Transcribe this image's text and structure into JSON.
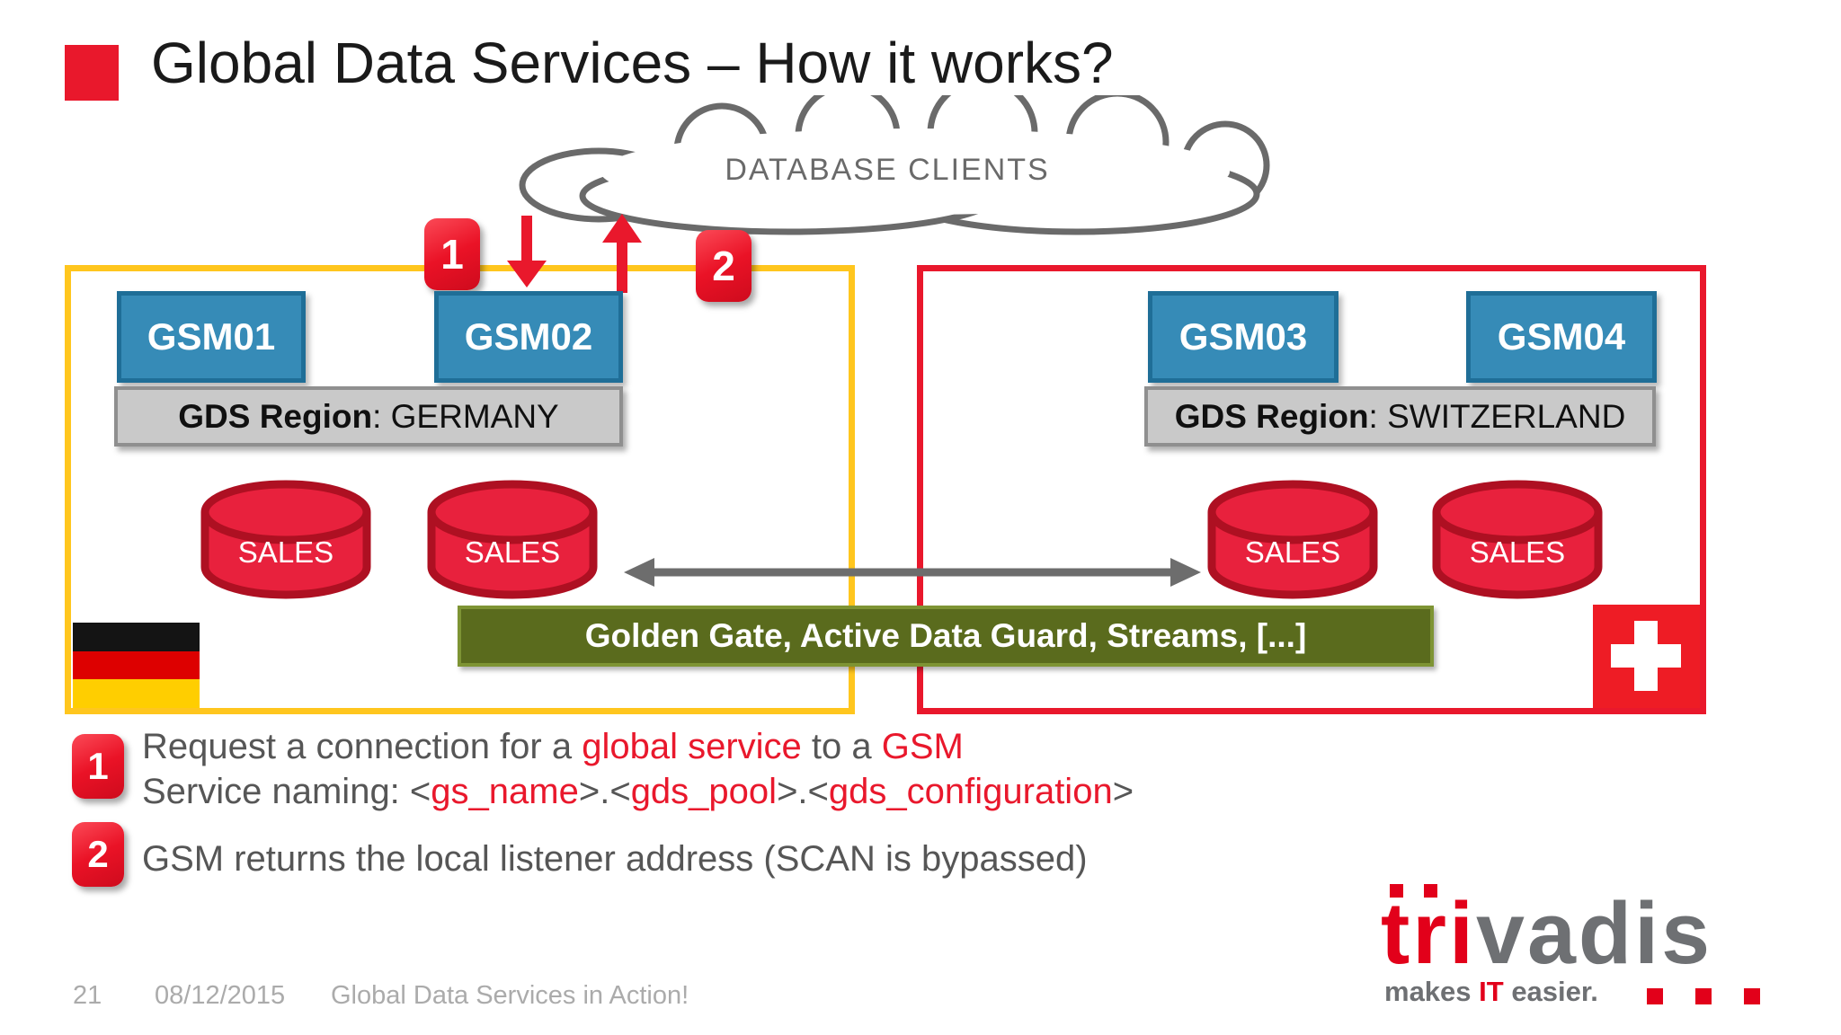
{
  "slide": {
    "title": "Global Data Services – How it works?",
    "footer": {
      "page_number": "21",
      "date": "08/12/2015",
      "subtitle": "Global Data Services in Action!"
    }
  },
  "cloud": {
    "label": "DATABASE CLIENTS"
  },
  "flow_badges": {
    "request": "1",
    "response": "2"
  },
  "regions": {
    "germany": {
      "gsm_nodes": [
        "GSM01",
        "GSM02"
      ],
      "region_label": "GDS Region",
      "region_value": ": GERMANY",
      "databases": [
        "SALES",
        "SALES"
      ],
      "flag": "germany-flag"
    },
    "switzerland": {
      "gsm_nodes": [
        "GSM03",
        "GSM04"
      ],
      "region_label": "GDS Region",
      "region_value": ": SWITZERLAND",
      "databases": [
        "SALES",
        "SALES"
      ],
      "flag": "switzerland-flag"
    }
  },
  "replication": {
    "label": "Golden Gate, Active Data Guard, Streams, [...]"
  },
  "steps": {
    "step1": {
      "badge": "1",
      "line1": {
        "seg1": "Request a connection for a ",
        "seg2": "global service",
        "seg3": " to a ",
        "seg4": "GSM"
      },
      "line2": {
        "seg1": "Service naming: <",
        "seg2": "gs_name",
        "seg3": ">.<",
        "seg4": "gds_pool",
        "seg5": ">.<",
        "seg6": "gds_configuration",
        "seg7": ">"
      }
    },
    "step2": {
      "badge": "2",
      "text": "GSM returns the local listener address (SCAN is bypassed)"
    }
  },
  "logo": {
    "brand_red": "tri",
    "brand_gray": "vadis",
    "tagline_pre": "makes ",
    "tagline_accent": "IT",
    "tagline_post": " easier."
  },
  "colors": {
    "accent_red": "#E9182C",
    "region_yellow": "#FFC61E",
    "node_blue": "#368BB7",
    "bar_gray": "#C9C9C9",
    "replication_green": "#5A6B1D",
    "text_gray": "#565656",
    "cloud_gray": "#6A6A6A",
    "logo_red": "#E2001A",
    "logo_gray": "#6E7073"
  }
}
